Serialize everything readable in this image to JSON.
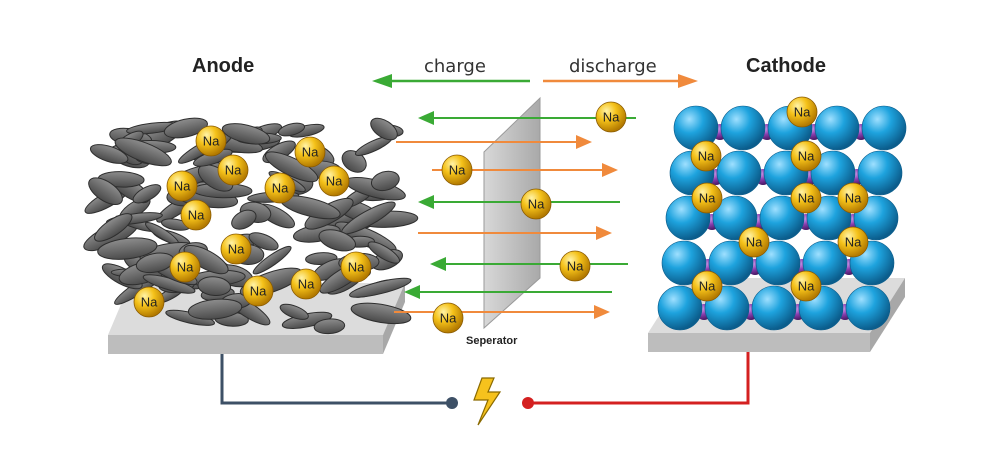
{
  "labels": {
    "anode": "Anode",
    "cathode": "Cathode",
    "charge": "charge",
    "discharge": "discharge",
    "separator": "Seperator",
    "ion": "Na"
  },
  "colors": {
    "charge_arrow": "#3aaa35",
    "discharge_arrow": "#f08a3c",
    "anode_wire": "#3d5066",
    "cathode_wire": "#d42020",
    "sodium_ion": "#f2b705",
    "cathode_sphere": "#1ea3de",
    "cathode_interstitial": "#8a3fb0",
    "anode_flake": "#6b6b6b",
    "substrate": "#bdbdbd",
    "separator": "#c8c8c8"
  },
  "icons": {
    "power": "lightning-bolt-icon"
  }
}
